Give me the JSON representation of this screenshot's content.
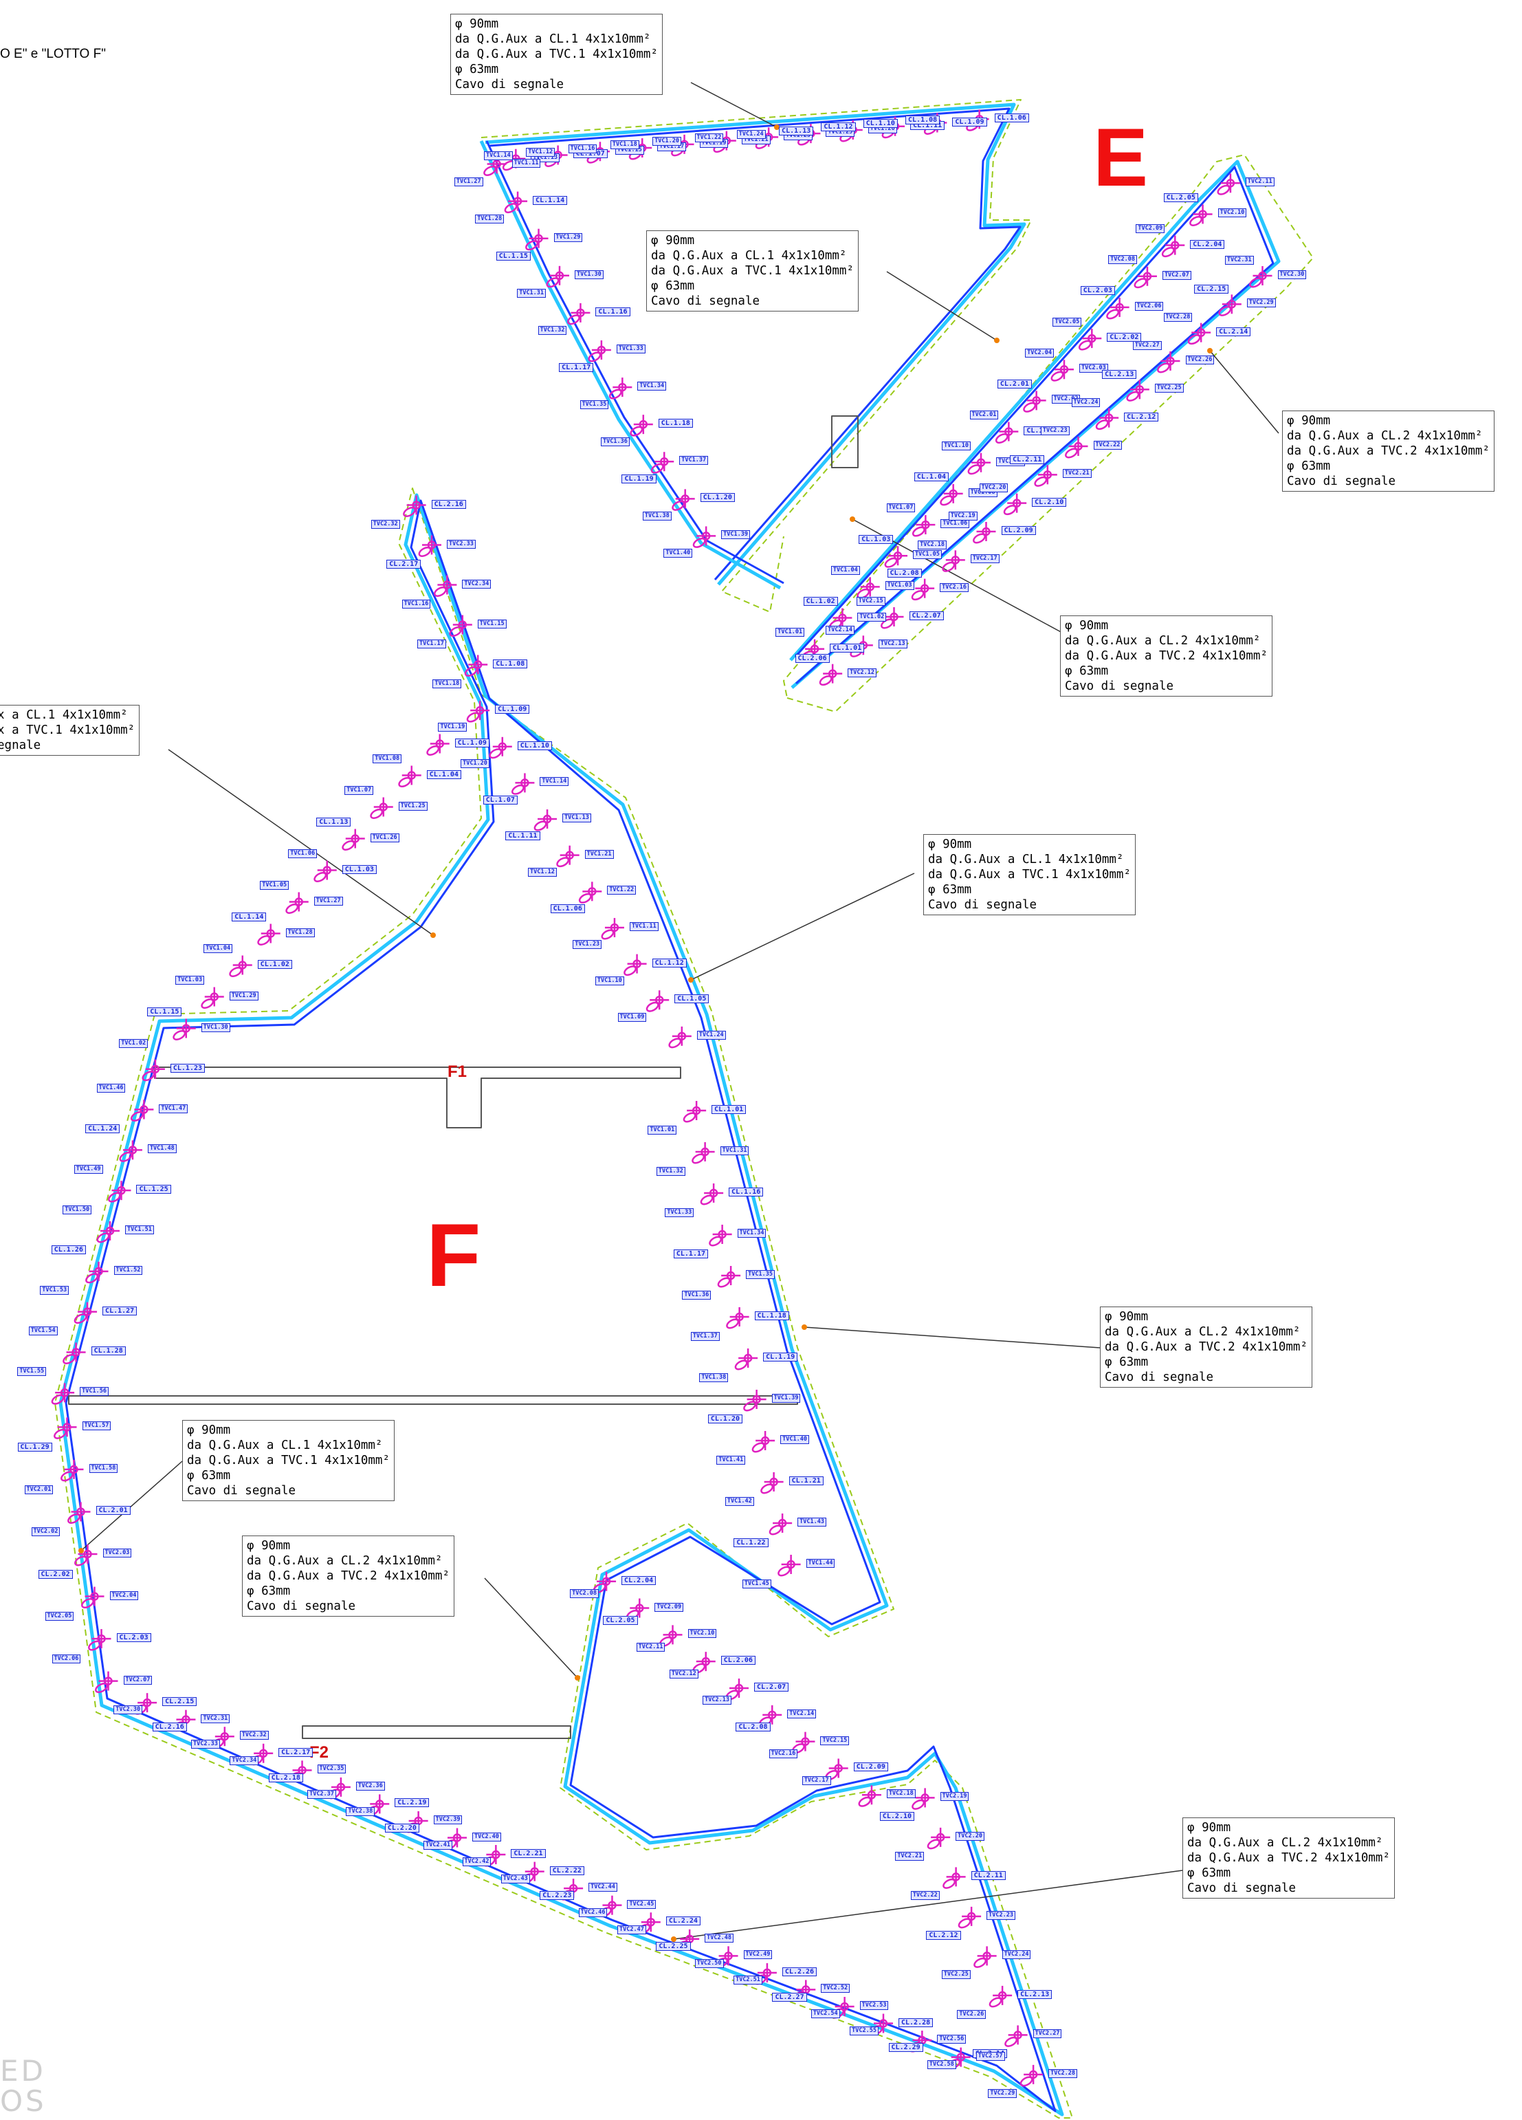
{
  "title_fragment": "O E\"  e \"LOTTO F\"",
  "faded_corner": [
    "ED",
    "OS"
  ],
  "labels": {
    "lotto_e": "E",
    "lotto_f": "F",
    "f1": "F1",
    "f2": "F2"
  },
  "colors": {
    "cable_blue": "#1a3cff",
    "cable_cyan": "#27c6ff",
    "boundary_dashed": "#9aca1a",
    "tag_blue": "#1a2bd6",
    "device_magenta": "#e020c0",
    "lotto_red": "#f01010"
  },
  "callouts": [
    {
      "id": "c1",
      "lines": [
        "φ 90mm",
        "da Q.G.Aux a CL.1  4x1x10mm²",
        "da Q.G.Aux a TVC.1  4x1x10mm²",
        "φ 63mm",
        "Cavo di segnale"
      ]
    },
    {
      "id": "c2",
      "lines": [
        "φ 90mm",
        "da Q.G.Aux a CL.1  4x1x10mm²",
        "da Q.G.Aux a TVC.1  4x1x10mm²",
        "φ 63mm",
        "Cavo di segnale"
      ]
    },
    {
      "id": "c3",
      "lines": [
        "φ 90mm",
        "da Q.G.Aux a CL.2  4x1x10mm²",
        "da Q.G.Aux a TVC.2  4x1x10mm²",
        "φ 63mm",
        "Cavo di segnale"
      ]
    },
    {
      "id": "c4",
      "lines": [
        "φ 90mm",
        "da Q.G.Aux a CL.2  4x1x10mm²",
        "da Q.G.Aux a TVC.2  4x1x10mm²",
        "φ 63mm",
        "Cavo di segnale"
      ]
    },
    {
      "id": "c5",
      "lines": [
        "x  a  CL.1  4x1x10mm²",
        "x  a  TVC.1  4x1x10mm²",
        "",
        "egnale"
      ]
    },
    {
      "id": "c6",
      "lines": [
        "φ 90mm",
        "da Q.G.Aux a CL.1  4x1x10mm²",
        "da Q.G.Aux a TVC.1  4x1x10mm²",
        "φ 63mm",
        "Cavo di segnale"
      ]
    },
    {
      "id": "c7",
      "lines": [
        "φ 90mm",
        "da Q.G.Aux a CL.2  4x1x10mm²",
        "da Q.G.Aux a TVC.2  4x1x10mm²",
        "φ 63mm",
        "Cavo di segnale"
      ]
    },
    {
      "id": "c8",
      "lines": [
        "φ 90mm",
        "da Q.G.Aux a CL.1  4x1x10mm²",
        "da Q.G.Aux a TVC.1  4x1x10mm²",
        "φ 63mm",
        "Cavo di segnale"
      ]
    },
    {
      "id": "c9",
      "lines": [
        "φ 90mm",
        "da Q.G.Aux a CL.2  4x1x10mm²",
        "da Q.G.Aux a TVC.2  4x1x10mm²",
        "φ 63mm",
        "Cavo di segnale"
      ]
    },
    {
      "id": "c10",
      "lines": [
        "φ 90mm",
        "da Q.G.Aux a CL.2  4x1x10mm²",
        "da Q.G.Aux a TVC.2  4x1x10mm²",
        "φ 63mm",
        "Cavo di segnale"
      ]
    }
  ],
  "tags": [
    "TVC1.13",
    "TVC1.14",
    "CL.1.07",
    "TVC1.12",
    "TVC1.15",
    "TVC1.16",
    "TVC1.17",
    "TVC1.18",
    "TVC1.19",
    "TVC1.20",
    "TVC1.21",
    "TVC1.22",
    "TVC1.23",
    "TVC1.24",
    "TVC1.25",
    "CL.1.13",
    "TVC1.26",
    "CL.1.12",
    "CL.1.11",
    "CL.1.10",
    "CL.1.09",
    "CL.1.08",
    "CL.1.06",
    "TVC1.11",
    "TVC1.27",
    "CL.1.14",
    "TVC1.28",
    "TVC1.29",
    "CL.1.15",
    "TVC1.30",
    "TVC1.31",
    "CL.1.16",
    "TVC1.32",
    "TVC1.33",
    "CL.1.17",
    "TVC1.34",
    "TVC1.35",
    "CL.1.18",
    "TVC1.36",
    "TVC1.37",
    "CL.1.19",
    "CL.1.20",
    "TVC1.38",
    "TVC1.39",
    "TVC1.40",
    "CL.1.01",
    "TVC1.01",
    "TVC1.02",
    "CL.1.02",
    "TVC1.03",
    "TVC1.04",
    "TVC1.05",
    "CL.1.03",
    "TVC1.06",
    "TVC1.07",
    "TVC1.08",
    "CL.1.04",
    "TVC1.09",
    "TVC1.10",
    "CL.1.05",
    "TVC2.01",
    "TVC2.02",
    "CL.2.01",
    "TVC2.03",
    "TVC2.04",
    "CL.2.02",
    "TVC2.05",
    "TVC2.06",
    "CL.2.03",
    "TVC2.07",
    "TVC2.08",
    "CL.2.04",
    "TVC2.09",
    "TVC2.10",
    "CL.2.05",
    "TVC2.11",
    "TVC2.12",
    "CL.2.06",
    "TVC2.13",
    "TVC2.14",
    "CL.2.07",
    "TVC2.15",
    "TVC2.16",
    "CL.2.08",
    "TVC2.17",
    "TVC2.18",
    "CL.2.09",
    "TVC2.19",
    "CL.2.10",
    "TVC2.20",
    "TVC2.21",
    "CL.2.11",
    "TVC2.22",
    "TVC2.23",
    "CL.2.12",
    "TVC2.24",
    "TVC2.25",
    "CL.2.13",
    "TVC2.26",
    "TVC2.27",
    "CL.2.14",
    "TVC2.28",
    "TVC2.29",
    "CL.2.15",
    "TVC2.30",
    "TVC2.31",
    "CL.2.16",
    "TVC2.32",
    "TVC2.33",
    "CL.2.17",
    "TVC2.34",
    "TVC1.16",
    "TVC1.15",
    "TVC1.17",
    "CL.1.08",
    "TVC1.18",
    "CL.1.09",
    "TVC1.19",
    "CL.1.10",
    "TVC1.20",
    "TVC1.14",
    "CL.1.07",
    "TVC1.13",
    "CL.1.11",
    "TVC1.21",
    "TVC1.12",
    "TVC1.22",
    "CL.1.06",
    "TVC1.11",
    "TVC1.23",
    "CL.1.12",
    "TVC1.10",
    "CL.1.05",
    "TVC1.09",
    "TVC1.24",
    "CL.1.09",
    "TVC1.08",
    "CL.1.04",
    "TVC1.07",
    "TVC1.25",
    "CL.1.13",
    "TVC1.26",
    "TVC1.06",
    "CL.1.03",
    "TVC1.05",
    "TVC1.27",
    "CL.1.14",
    "TVC1.28",
    "TVC1.04",
    "CL.1.02",
    "TVC1.03",
    "TVC1.29",
    "CL.1.15",
    "TVC1.30",
    "TVC1.02",
    "CL.1.01",
    "TVC1.01",
    "TVC1.31",
    "TVC1.32",
    "CL.1.16",
    "TVC1.33",
    "TVC1.34",
    "CL.1.17",
    "TVC1.35",
    "TVC1.36",
    "CL.1.18",
    "TVC1.37",
    "CL.1.19",
    "TVC1.38",
    "TVC1.39",
    "CL.1.20",
    "TVC1.40",
    "TVC1.41",
    "CL.1.21",
    "TVC1.42",
    "TVC1.43",
    "CL.1.22",
    "TVC1.44",
    "TVC1.45",
    "CL.1.23",
    "TVC1.46",
    "TVC1.47",
    "CL.1.24",
    "TVC1.48",
    "TVC1.49",
    "CL.1.25",
    "TVC1.50",
    "TVC1.51",
    "CL.1.26",
    "TVC1.52",
    "TVC1.53",
    "CL.1.27",
    "TVC1.54",
    "CL.1.28",
    "TVC1.55",
    "TVC1.56",
    "TVC1.57",
    "CL.1.29",
    "TVC1.58",
    "TVC2.01",
    "CL.2.01",
    "TVC2.02",
    "TVC2.03",
    "CL.2.02",
    "TVC2.04",
    "TVC2.05",
    "CL.2.03",
    "TVC2.06",
    "TVC2.07",
    "CL.2.04",
    "TVC2.08",
    "TVC2.09",
    "CL.2.05",
    "TVC2.10",
    "TVC2.11",
    "CL.2.06",
    "TVC2.12",
    "CL.2.07",
    "TVC2.13",
    "TVC2.14",
    "CL.2.08",
    "TVC2.15",
    "TVC2.16",
    "CL.2.09",
    "TVC2.17",
    "TVC2.18",
    "TVC2.19",
    "CL.2.10",
    "TVC2.20",
    "TVC2.21",
    "CL.2.11",
    "TVC2.22",
    "TVC2.23",
    "CL.2.12",
    "TVC2.24",
    "TVC2.25",
    "CL.2.13",
    "TVC2.26",
    "TVC2.27",
    "CL.2.14",
    "TVC2.28",
    "TVC2.29",
    "CL.2.15",
    "TVC2.30",
    "TVC2.31",
    "CL.2.16",
    "TVC2.32",
    "TVC2.33",
    "CL.2.17",
    "TVC2.34",
    "TVC2.35",
    "CL.2.18",
    "TVC2.36",
    "TVC2.37",
    "CL.2.19",
    "TVC2.38",
    "TVC2.39",
    "CL.2.20",
    "TVC2.40",
    "TVC2.41",
    "CL.2.21",
    "TVC2.42",
    "CL.2.22",
    "TVC2.43",
    "TVC2.44",
    "CL.2.23",
    "TVC2.45",
    "TVC2.46",
    "CL.2.24",
    "TVC2.47",
    "TVC2.48",
    "CL.2.25",
    "TVC2.49",
    "TVC2.50",
    "CL.2.26",
    "TVC2.51",
    "TVC2.52",
    "CL.2.27",
    "TVC2.53",
    "TVC2.54",
    "CL.2.28",
    "TVC2.55",
    "TVC2.56",
    "CL.2.29",
    "TVC2.57",
    "TVC2.58"
  ]
}
